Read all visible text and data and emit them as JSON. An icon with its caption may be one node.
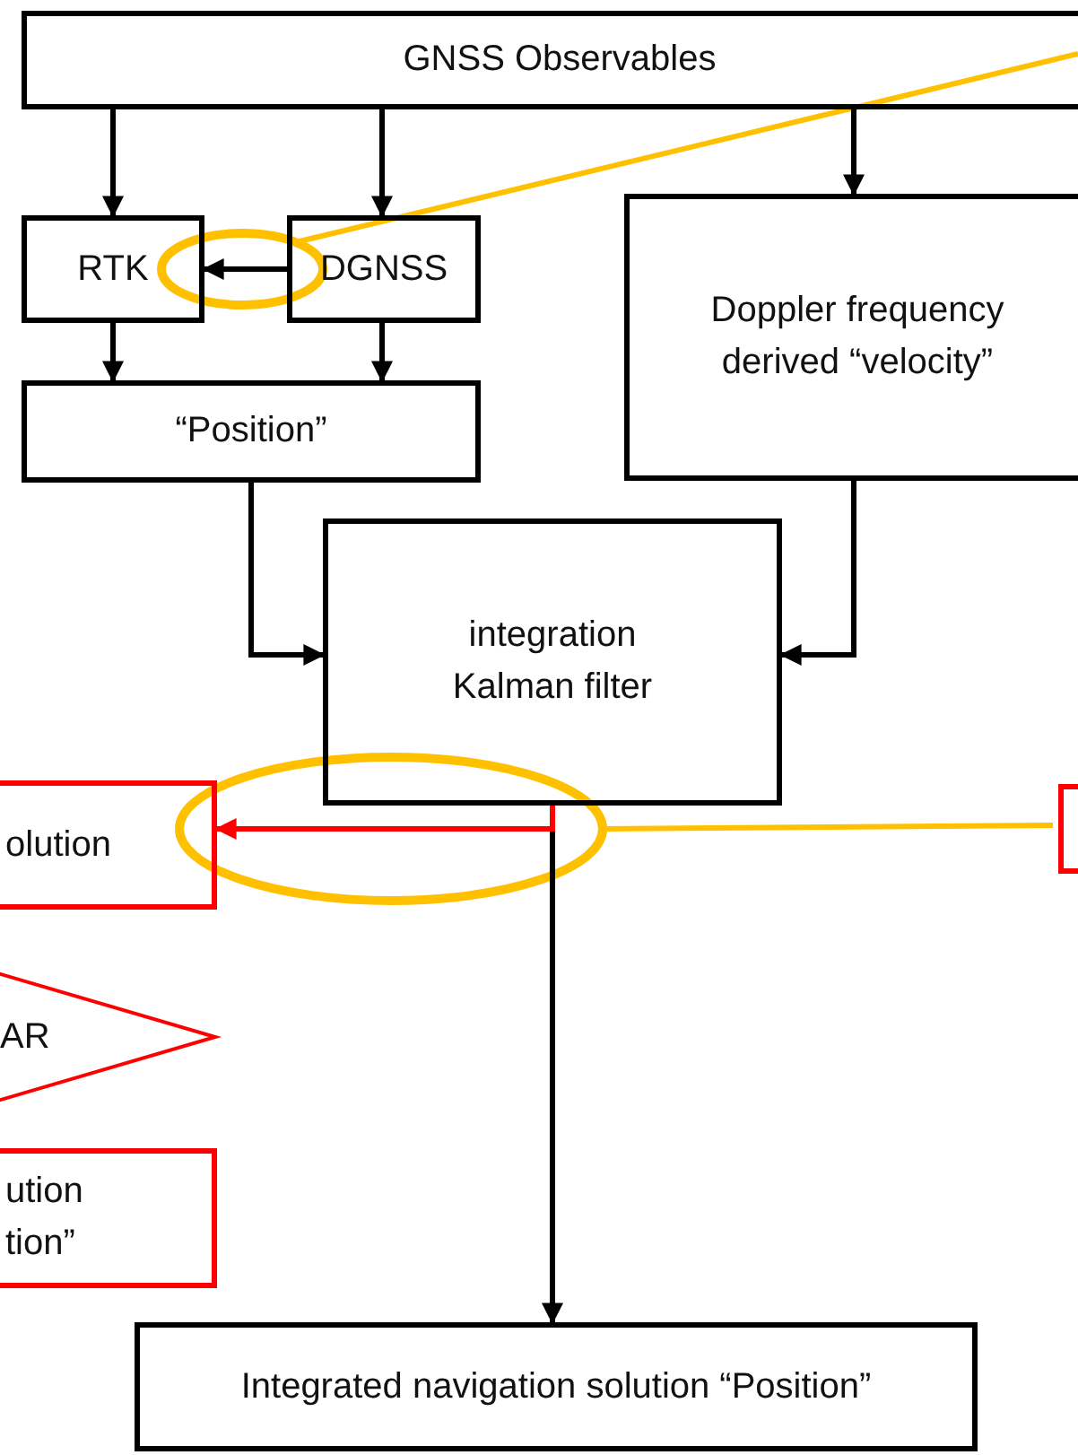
{
  "diagram": {
    "nodes": [
      {
        "text": [
          "GNSS Observables"
        ]
      },
      {
        "text": [
          "RTK"
        ]
      },
      {
        "text": [
          "DGNSS"
        ]
      },
      {
        "text": [
          "Doppler frequency derived “velocity”"
        ]
      },
      {
        "text": [
          "“Position”"
        ]
      },
      {
        "text": [
          "integration Kalman filter"
        ]
      },
      {
        "text": [
          "olution"
        ]
      },
      {
        "text": [
          "AR"
        ]
      },
      {
        "text": [
          "ution tion”"
        ]
      },
      {
        "text": [],
        "shape": "box"
      },
      {
        "text": [
          "Integrated navigation solution “Position”"
        ]
      }
    ],
    "edges": [
      {
        "from": 0,
        "to": 1,
        "arrow": "to"
      },
      {
        "from": 0,
        "to": 2,
        "arrow": "to"
      },
      {
        "from": 0,
        "to": 3,
        "arrow": "to"
      },
      {
        "from": 2,
        "to": 1,
        "arrow": "to"
      },
      {
        "from": 1,
        "to": 4,
        "arrow": "to"
      },
      {
        "from": 2,
        "to": 4,
        "arrow": "to"
      },
      {
        "from": 4,
        "to": 5,
        "arrow": "to"
      },
      {
        "from": 3,
        "to": 5,
        "arrow": "to"
      },
      {
        "from": 5,
        "to": 10,
        "arrow": "to"
      },
      {
        "from": 5,
        "to": 6,
        "arrow": "to",
        "color": "#ff0000"
      }
    ]
  }
}
